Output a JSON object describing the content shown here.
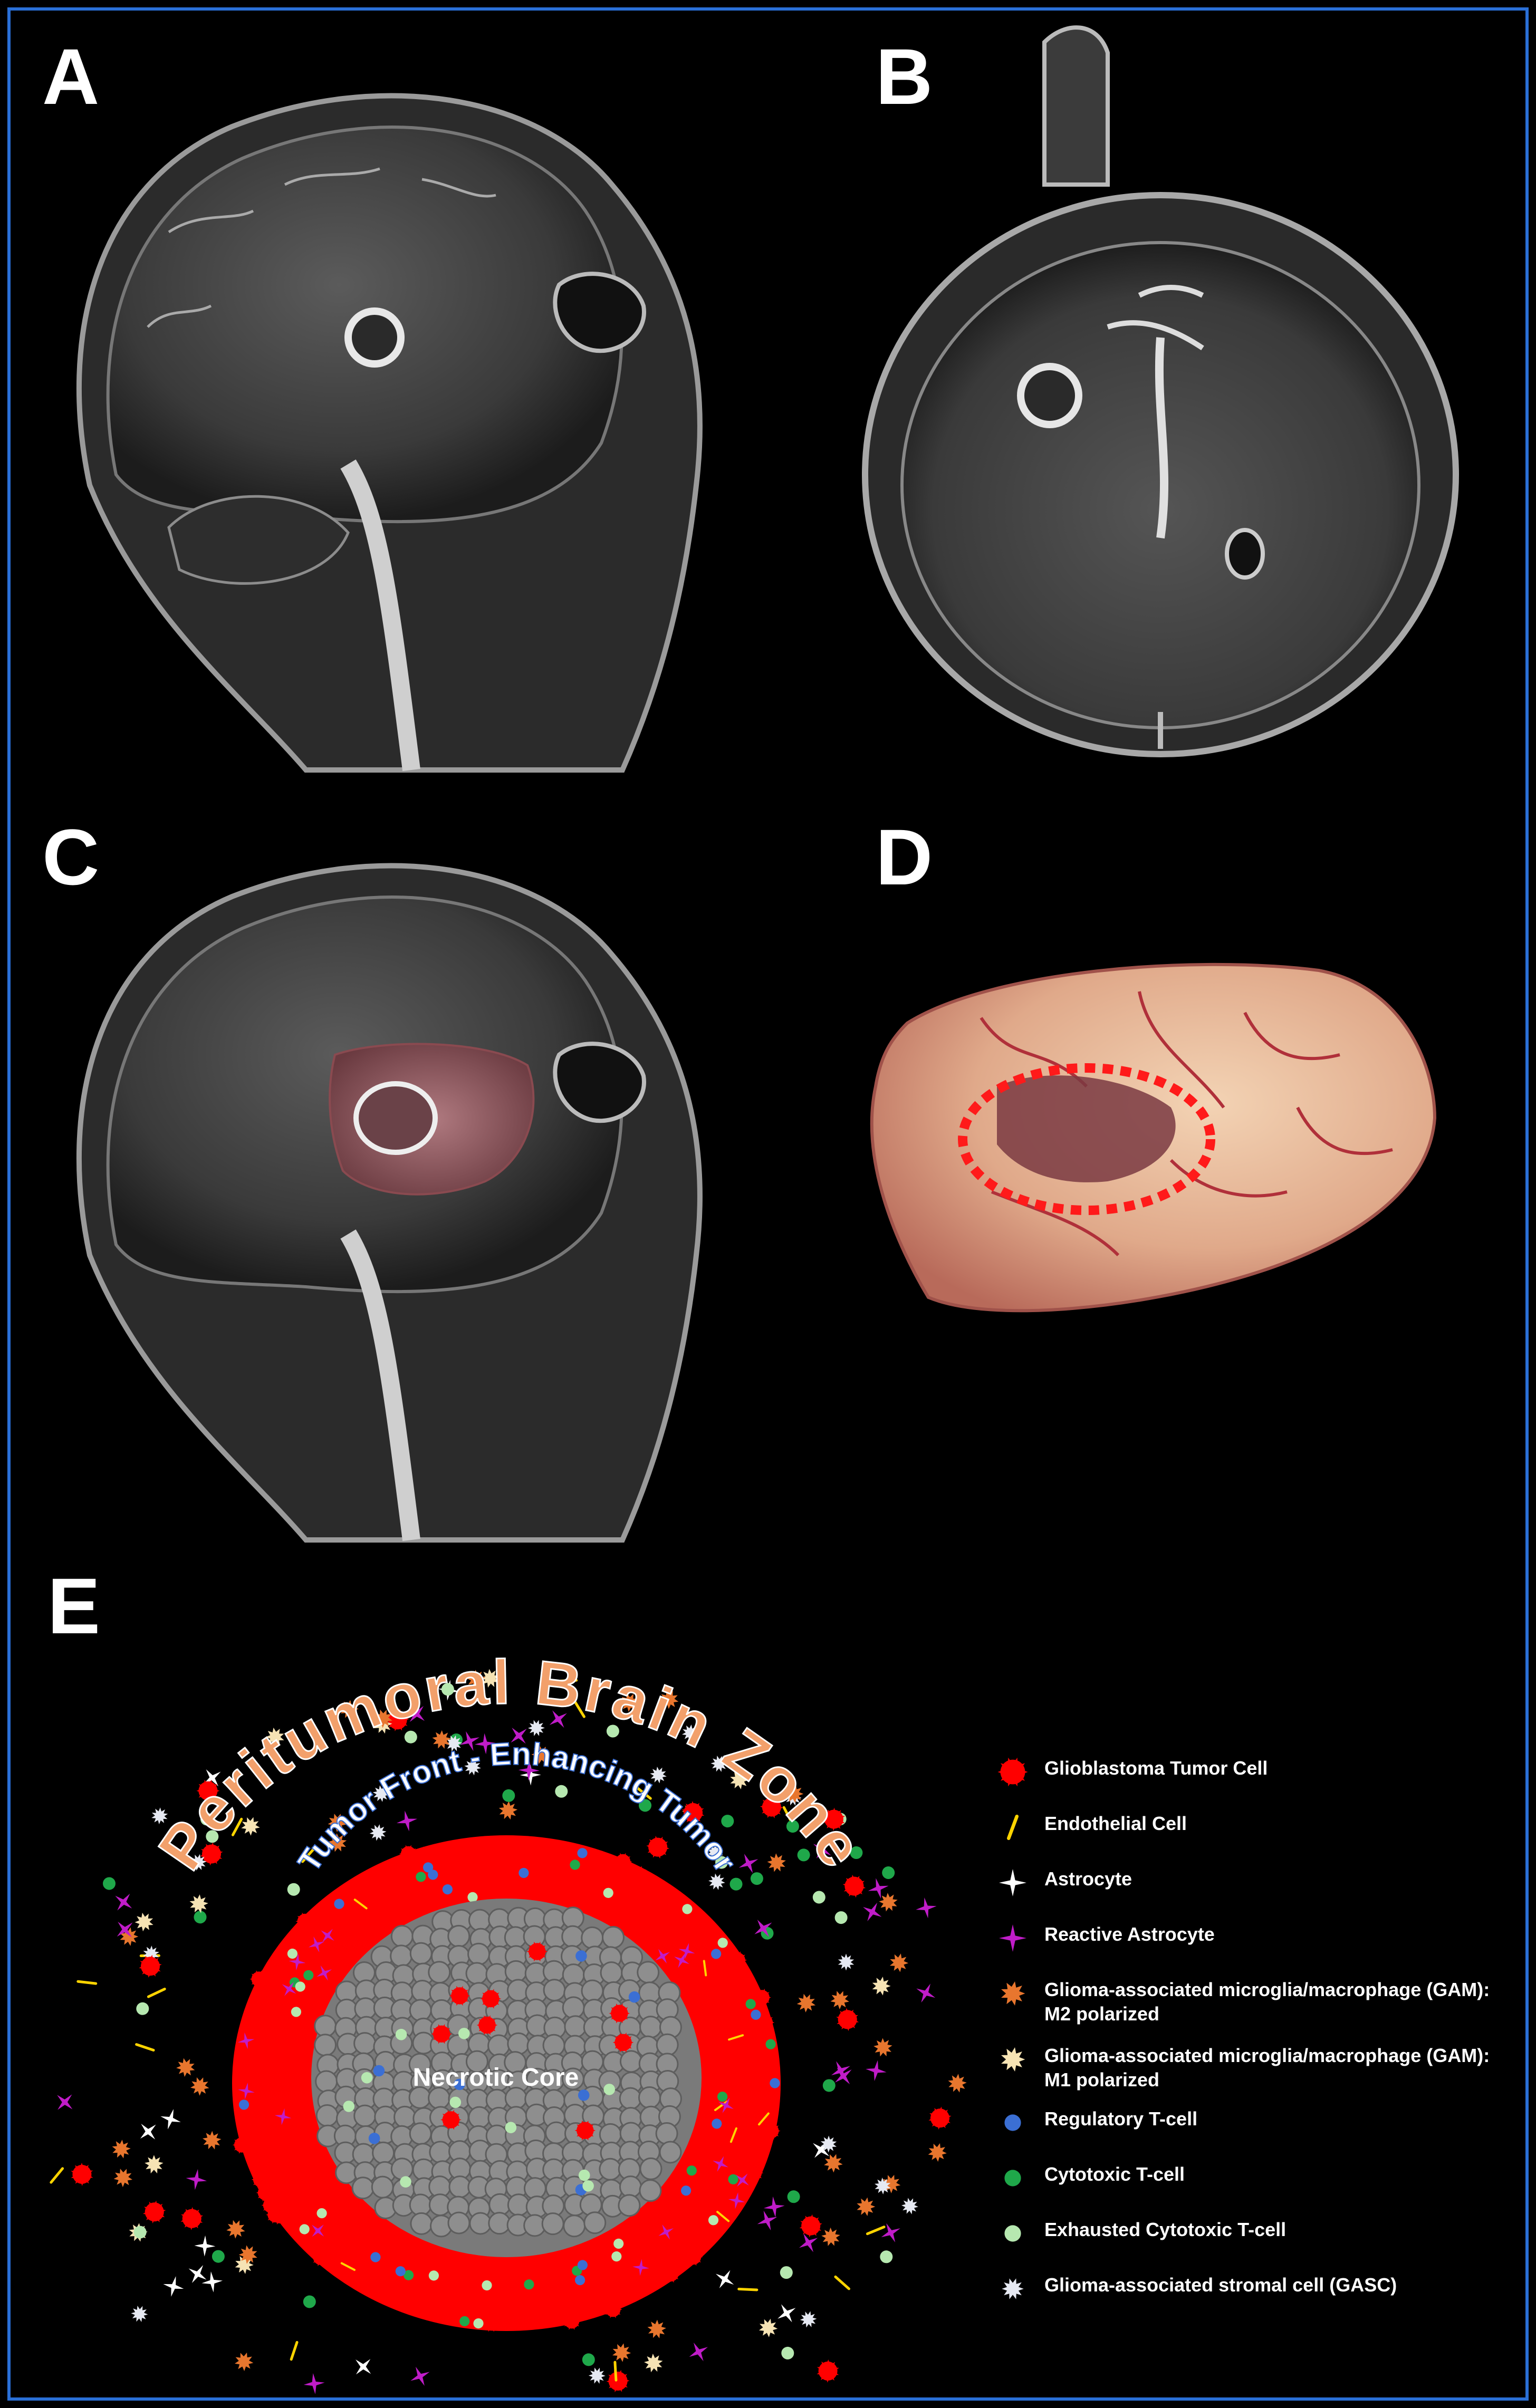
{
  "panels": {
    "A": {
      "label": "A"
    },
    "B": {
      "label": "B"
    },
    "C": {
      "label": "C"
    },
    "D": {
      "label": "D"
    },
    "E": {
      "label": "E"
    }
  },
  "diagram": {
    "outer_zone_label": "Peritumoral Brain Zone",
    "front_label": "Tumor Front - Enhancing Tumor",
    "core_label": "Necrotic Core"
  },
  "legend": {
    "items": [
      {
        "label": "Glioblastoma Tumor Cell",
        "icon": "red-cell-icon",
        "color": "#ff0000"
      },
      {
        "label": "Endothelial Cell",
        "icon": "yellow-dash-icon",
        "color": "#ffd400"
      },
      {
        "label": "Astrocyte",
        "icon": "white-star-icon",
        "color": "#ffffff"
      },
      {
        "label": "Reactive Astrocyte",
        "icon": "magenta-star-icon",
        "color": "#c01cc8"
      },
      {
        "label": "Glioma-associated microglia/macrophage (GAM): M2 polarized",
        "icon": "orange-burst-icon",
        "color": "#e8762e"
      },
      {
        "label": "Glioma-associated microglia/macrophage (GAM): M1 polarized",
        "icon": "cream-burst-icon",
        "color": "#f6e3b4"
      },
      {
        "label": "Regulatory T-cell",
        "icon": "blue-dot-icon",
        "color": "#3b6fd4"
      },
      {
        "label": "Cytotoxic T-cell",
        "icon": "green-dot-icon",
        "color": "#1fa84a"
      },
      {
        "label": "Exhausted Cytotoxic T-cell",
        "icon": "light-green-dot-icon",
        "color": "#b6e8b0"
      },
      {
        "label": "Glioma-associated stromal cell (GASC)",
        "icon": "white-burst-icon",
        "color": "#e6e9f2"
      }
    ]
  }
}
